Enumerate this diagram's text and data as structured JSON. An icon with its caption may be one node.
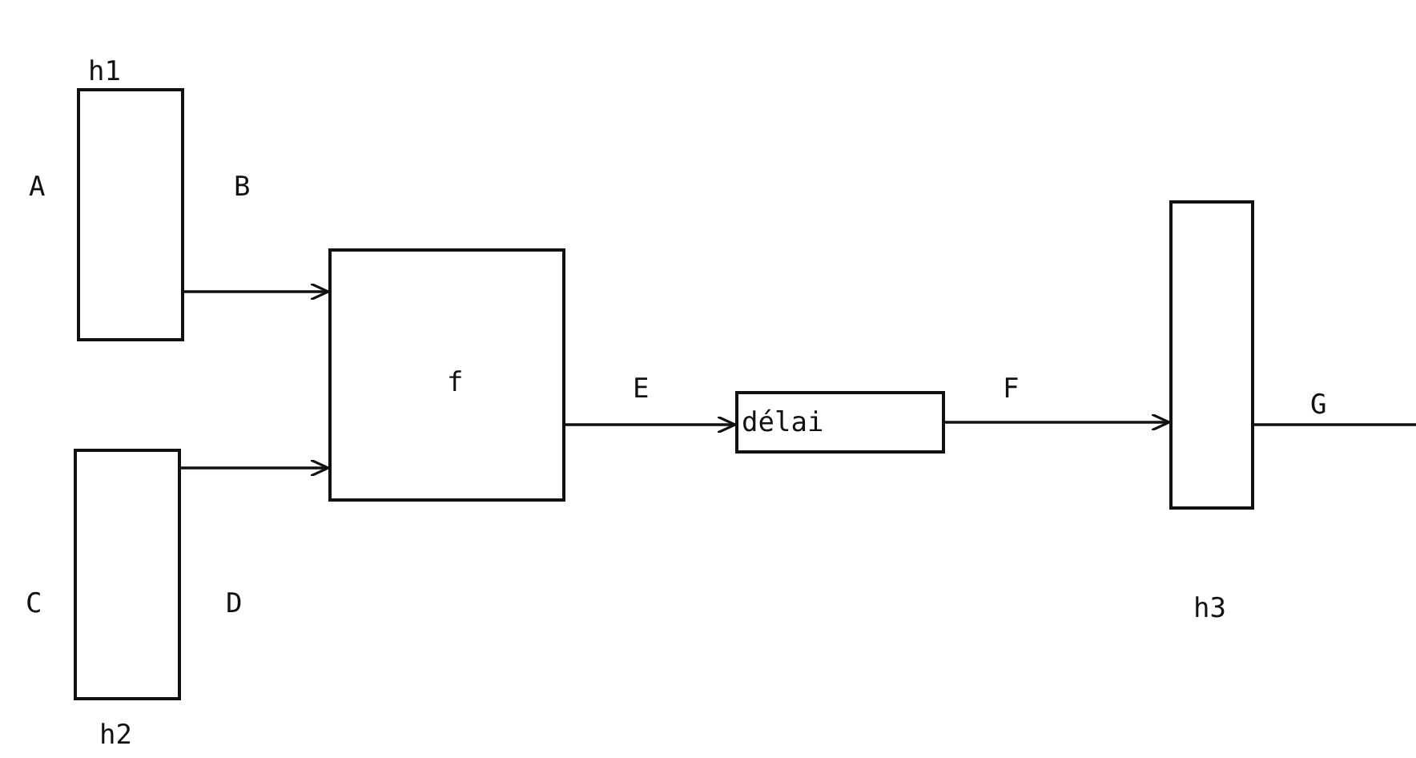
{
  "diagram": {
    "nodes": [
      {
        "text": [
          "h1"
        ],
        "beside": [
          "A",
          "B"
        ]
      },
      {
        "text": [
          "h2"
        ],
        "beside": [
          "C",
          "D"
        ]
      },
      {
        "text": [
          "f"
        ]
      },
      {
        "text": [
          "délai"
        ]
      },
      {
        "text": [
          "h3"
        ]
      }
    ],
    "edges": [
      {
        "from": 0,
        "to": 2,
        "arrow": "to"
      },
      {
        "from": 1,
        "to": 2,
        "arrow": "to"
      },
      {
        "from": 2,
        "to": 3,
        "arrow": "to",
        "label": "E"
      },
      {
        "from": 3,
        "to": 4,
        "arrow": "to",
        "label": "F"
      },
      {
        "from": 4,
        "to": null,
        "arrow": "none",
        "label": "G"
      }
    ]
  }
}
